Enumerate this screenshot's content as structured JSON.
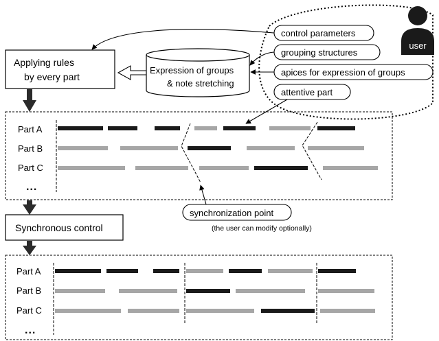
{
  "boxes": {
    "applying_rules_line1": "Applying rules",
    "applying_rules_line2": "by every part",
    "expression_line1": "Expression of groups",
    "expression_line2": "& note stretching",
    "synchronous_control": "Synchronous control"
  },
  "user": {
    "label": "user"
  },
  "inputs": {
    "control_parameters": "control parameters",
    "grouping_structures": "grouping structures",
    "apices": "apices for expression of groups",
    "attentive_part": "attentive part"
  },
  "sync": {
    "label": "synchronization point",
    "note": "(the user can modify optionally)"
  },
  "parts": {
    "a": "Part A",
    "b": "Part B",
    "c": "Part C",
    "more": "..."
  },
  "colors": {
    "note_dark": "#1a1a1a",
    "note_light": "#a6a6a6",
    "arrow_fill": "#2b2b2b"
  }
}
